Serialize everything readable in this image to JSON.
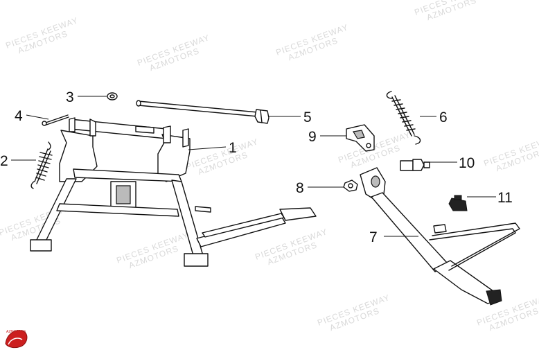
{
  "watermark": {
    "line1": "PIECES KEEWAY",
    "line2": "AZMOTORS"
  },
  "logo": {
    "text": "AZMOTORS",
    "color": "#cc1f1f"
  },
  "callouts": [
    {
      "id": "1",
      "label": "1"
    },
    {
      "id": "2",
      "label": "2"
    },
    {
      "id": "3",
      "label": "3"
    },
    {
      "id": "4",
      "label": "4"
    },
    {
      "id": "5",
      "label": "5"
    },
    {
      "id": "6",
      "label": "6"
    },
    {
      "id": "7",
      "label": "7"
    },
    {
      "id": "8",
      "label": "8"
    },
    {
      "id": "9",
      "label": "9"
    },
    {
      "id": "10",
      "label": "10"
    },
    {
      "id": "11",
      "label": "11"
    }
  ]
}
